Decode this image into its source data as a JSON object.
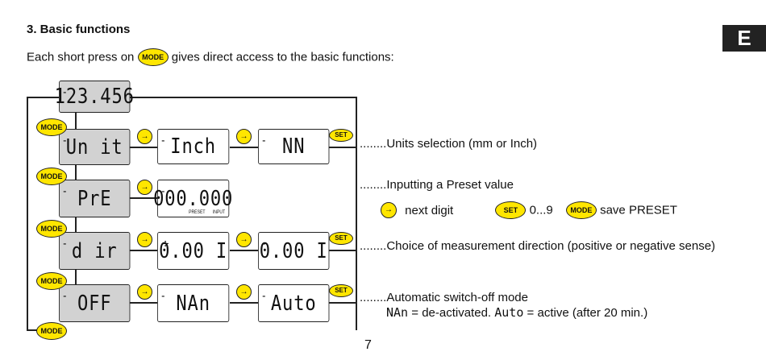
{
  "section": {
    "heading": "3. Basic functions",
    "lang_tab": "E",
    "page_number": "7"
  },
  "intro": {
    "before": "Each short press on",
    "button": "MODE",
    "after": "gives direct access to the basic functions:"
  },
  "buttons": {
    "mode": "MODE",
    "set": "SET",
    "next_symbol": "→"
  },
  "displays": {
    "main": "123.456",
    "unit": "Un it",
    "inch": "Inch",
    "mm": "NN",
    "pre": "PrE",
    "preset_value": "000.000",
    "preset_sub1": "PRESET",
    "preset_sub2": "INPUT",
    "dir": "d ir",
    "pos": "0.00 I",
    "neg": "0.00 I",
    "off": "OFF",
    "man": "NAn",
    "auto": "Auto"
  },
  "descriptions": {
    "units": "........Units selection (mm or Inch)",
    "preset": "........Inputting a Preset value",
    "next_digit": "next digit",
    "digits": "0...9",
    "save_preset": "save PRESET",
    "direction": "........Choice of measurement direction (positive or negative sense)",
    "off": "........Automatic switch-off mode",
    "off_detail_man": "NAn",
    "off_detail_1": "= de-activated.",
    "off_detail_auto": "Auto",
    "off_detail_2": "= active (after 20 min.)"
  }
}
